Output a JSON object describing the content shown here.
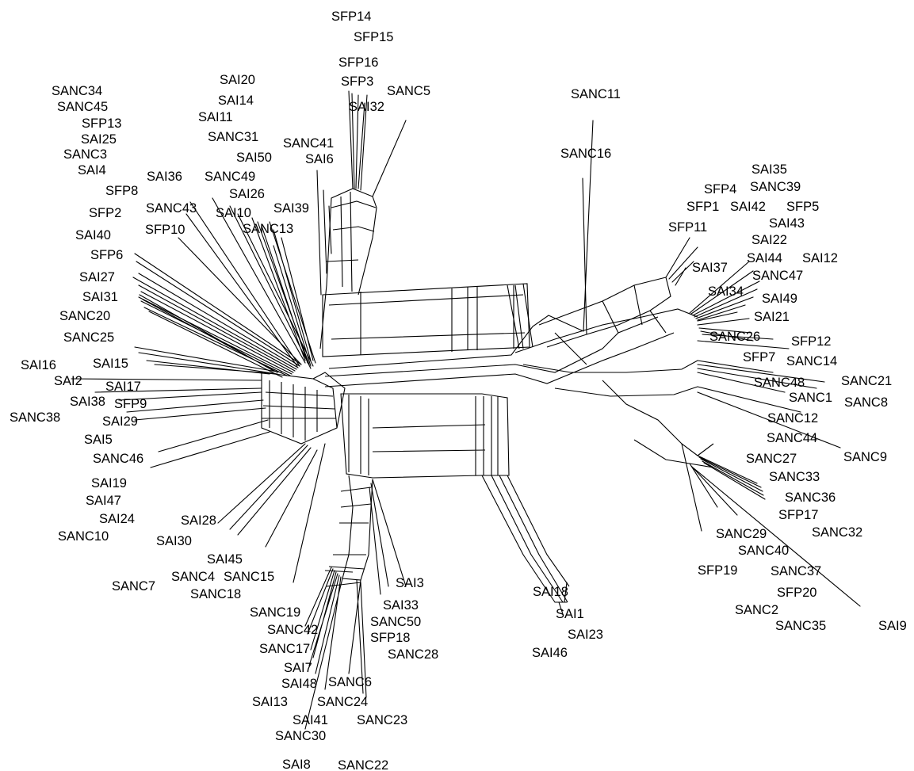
{
  "taxa": [
    {
      "id": "SFP14",
      "label": "SFP14"
    },
    {
      "id": "SFP15",
      "label": "SFP15"
    },
    {
      "id": "SFP16",
      "label": "SFP16"
    },
    {
      "id": "SFP3",
      "label": "SFP3"
    },
    {
      "id": "SANC5",
      "label": "SANC5"
    },
    {
      "id": "SAI32",
      "label": "SAI32"
    },
    {
      "id": "SANC11",
      "label": "SANC11"
    },
    {
      "id": "SANC34",
      "label": "SANC34"
    },
    {
      "id": "SANC45",
      "label": "SANC45"
    },
    {
      "id": "SFP13",
      "label": "SFP13"
    },
    {
      "id": "SAI25",
      "label": "SAI25"
    },
    {
      "id": "SANC3",
      "label": "SANC3"
    },
    {
      "id": "SAI4",
      "label": "SAI4"
    },
    {
      "id": "SAI20",
      "label": "SAI20"
    },
    {
      "id": "SAI14",
      "label": "SAI14"
    },
    {
      "id": "SAI11",
      "label": "SAI11"
    },
    {
      "id": "SANC31",
      "label": "SANC31"
    },
    {
      "id": "SANC41",
      "label": "SANC41"
    },
    {
      "id": "SAI50",
      "label": "SAI50"
    },
    {
      "id": "SAI6",
      "label": "SAI6"
    },
    {
      "id": "SANC16",
      "label": "SANC16"
    },
    {
      "id": "SAI35",
      "label": "SAI35"
    },
    {
      "id": "SANC39",
      "label": "SANC39"
    },
    {
      "id": "SFP4",
      "label": "SFP4"
    },
    {
      "id": "SFP1",
      "label": "SFP1"
    },
    {
      "id": "SAI42",
      "label": "SAI42"
    },
    {
      "id": "SFP5",
      "label": "SFP5"
    },
    {
      "id": "SAI43",
      "label": "SAI43"
    },
    {
      "id": "SFP11",
      "label": "SFP11"
    },
    {
      "id": "SAI22",
      "label": "SAI22"
    },
    {
      "id": "SAI36",
      "label": "SAI36"
    },
    {
      "id": "SANC49",
      "label": "SANC49"
    },
    {
      "id": "SAI26",
      "label": "SAI26"
    },
    {
      "id": "SFP8",
      "label": "SFP8"
    },
    {
      "id": "SANC43",
      "label": "SANC43"
    },
    {
      "id": "SAI10",
      "label": "SAI10"
    },
    {
      "id": "SAI39",
      "label": "SAI39"
    },
    {
      "id": "SANC13",
      "label": "SANC13"
    },
    {
      "id": "SFP2",
      "label": "SFP2"
    },
    {
      "id": "SAI40",
      "label": "SAI40"
    },
    {
      "id": "SFP10",
      "label": "SFP10"
    },
    {
      "id": "SFP6",
      "label": "SFP6"
    },
    {
      "id": "SAI27",
      "label": "SAI27"
    },
    {
      "id": "SAI31",
      "label": "SAI31"
    },
    {
      "id": "SANC20",
      "label": "SANC20"
    },
    {
      "id": "SANC25",
      "label": "SANC25"
    },
    {
      "id": "SAI44",
      "label": "SAI44"
    },
    {
      "id": "SAI12",
      "label": "SAI12"
    },
    {
      "id": "SAI37",
      "label": "SAI37"
    },
    {
      "id": "SANC47",
      "label": "SANC47"
    },
    {
      "id": "SAI34",
      "label": "SAI34"
    },
    {
      "id": "SAI49",
      "label": "SAI49"
    },
    {
      "id": "SAI21",
      "label": "SAI21"
    },
    {
      "id": "SANC26",
      "label": "SANC26"
    },
    {
      "id": "SFP12",
      "label": "SFP12"
    },
    {
      "id": "SFP7",
      "label": "SFP7"
    },
    {
      "id": "SANC14",
      "label": "SANC14"
    },
    {
      "id": "SAI16",
      "label": "SAI16"
    },
    {
      "id": "SAI15",
      "label": "SAI15"
    },
    {
      "id": "SAI2",
      "label": "SAI2"
    },
    {
      "id": "SAI17",
      "label": "SAI17"
    },
    {
      "id": "SAI38",
      "label": "SAI38"
    },
    {
      "id": "SFP9",
      "label": "SFP9"
    },
    {
      "id": "SANC38",
      "label": "SANC38"
    },
    {
      "id": "SAI29",
      "label": "SAI29"
    },
    {
      "id": "SANC48",
      "label": "SANC48"
    },
    {
      "id": "SANC21",
      "label": "SANC21"
    },
    {
      "id": "SANC1",
      "label": "SANC1"
    },
    {
      "id": "SANC8",
      "label": "SANC8"
    },
    {
      "id": "SANC12",
      "label": "SANC12"
    },
    {
      "id": "SAI5",
      "label": "SAI5"
    },
    {
      "id": "SANC44",
      "label": "SANC44"
    },
    {
      "id": "SANC46",
      "label": "SANC46"
    },
    {
      "id": "SANC9",
      "label": "SANC9"
    },
    {
      "id": "SANC27",
      "label": "SANC27"
    },
    {
      "id": "SAI19",
      "label": "SAI19"
    },
    {
      "id": "SANC33",
      "label": "SANC33"
    },
    {
      "id": "SAI47",
      "label": "SAI47"
    },
    {
      "id": "SANC36",
      "label": "SANC36"
    },
    {
      "id": "SAI24",
      "label": "SAI24"
    },
    {
      "id": "SAI28",
      "label": "SAI28"
    },
    {
      "id": "SFP17",
      "label": "SFP17"
    },
    {
      "id": "SANC10",
      "label": "SANC10"
    },
    {
      "id": "SANC32",
      "label": "SANC32"
    },
    {
      "id": "SAI30",
      "label": "SAI30"
    },
    {
      "id": "SANC29",
      "label": "SANC29"
    },
    {
      "id": "SANC40",
      "label": "SANC40"
    },
    {
      "id": "SAI45",
      "label": "SAI45"
    },
    {
      "id": "SANC4",
      "label": "SANC4"
    },
    {
      "id": "SANC15",
      "label": "SANC15"
    },
    {
      "id": "SANC7",
      "label": "SANC7"
    },
    {
      "id": "SFP19",
      "label": "SFP19"
    },
    {
      "id": "SANC37",
      "label": "SANC37"
    },
    {
      "id": "SANC18",
      "label": "SANC18"
    },
    {
      "id": "SAI3",
      "label": "SAI3"
    },
    {
      "id": "SAI18",
      "label": "SAI18"
    },
    {
      "id": "SFP20",
      "label": "SFP20"
    },
    {
      "id": "SAI33",
      "label": "SAI33"
    },
    {
      "id": "SANC19",
      "label": "SANC19"
    },
    {
      "id": "SAI1",
      "label": "SAI1"
    },
    {
      "id": "SANC2",
      "label": "SANC2"
    },
    {
      "id": "SANC50",
      "label": "SANC50"
    },
    {
      "id": "SANC42",
      "label": "SANC42"
    },
    {
      "id": "SANC35",
      "label": "SANC35"
    },
    {
      "id": "SAI9",
      "label": "SAI9"
    },
    {
      "id": "SAI23",
      "label": "SAI23"
    },
    {
      "id": "SFP18",
      "label": "SFP18"
    },
    {
      "id": "SANC17",
      "label": "SANC17"
    },
    {
      "id": "SANC28",
      "label": "SANC28"
    },
    {
      "id": "SAI46",
      "label": "SAI46"
    },
    {
      "id": "SAI7",
      "label": "SAI7"
    },
    {
      "id": "SAI48",
      "label": "SAI48"
    },
    {
      "id": "SANC6",
      "label": "SANC6"
    },
    {
      "id": "SAI13",
      "label": "SAI13"
    },
    {
      "id": "SANC24",
      "label": "SANC24"
    },
    {
      "id": "SAI41",
      "label": "SAI41"
    },
    {
      "id": "SANC23",
      "label": "SANC23"
    },
    {
      "id": "SANC30",
      "label": "SANC30"
    },
    {
      "id": "SAI8",
      "label": "SAI8"
    },
    {
      "id": "SANC22",
      "label": "SANC22"
    }
  ]
}
